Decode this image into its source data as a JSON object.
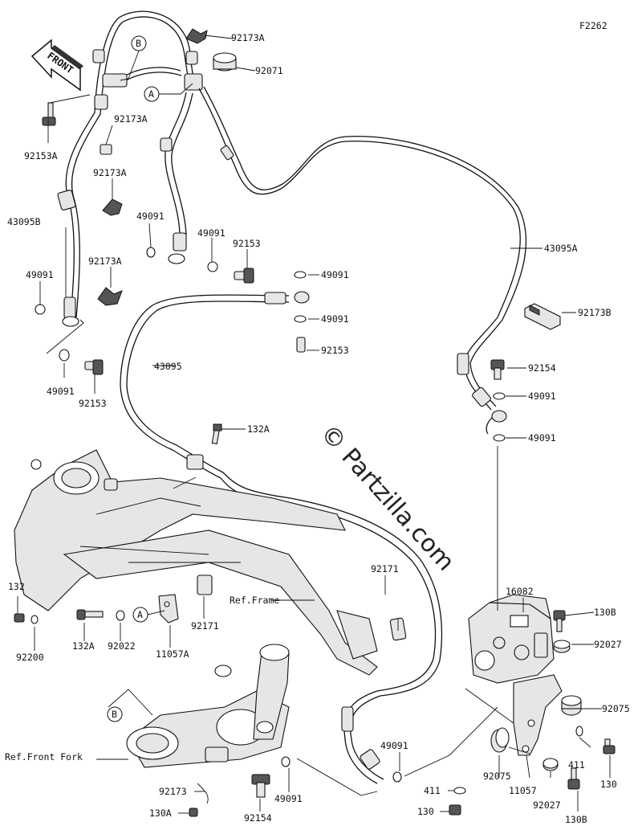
{
  "figure_code": "F2262",
  "front_arrow": "FRONT",
  "watermark": "© Partzilla.com",
  "callouts": {
    "A": "A",
    "B": "B"
  },
  "labels": {
    "p92173A_1": "92173A",
    "p92071": "92071",
    "p92153A": "92153A",
    "p92173A_2": "92173A",
    "p92173A_3": "92173A",
    "p43095B": "43095B",
    "p49091_1": "49091",
    "p92173A_4": "92173A",
    "p49091_2": "49091",
    "p49091_3": "49091",
    "p92153_1": "92153",
    "p49091_4": "49091",
    "p49091_5": "49091",
    "p92153_2": "92153",
    "p43095A": "43095A",
    "p92173B": "92173B",
    "p49091_6": "49091",
    "p92153_3": "92153",
    "p43095": "43095",
    "p92154_1": "92154",
    "p49091_7": "49091",
    "p49091_8": "49091",
    "p132A_1": "132A",
    "p132": "132",
    "p92200": "92200",
    "p132A_2": "132A",
    "p92022": "92022",
    "p11057A": "11057A",
    "p92171_1": "92171",
    "p_ref_frame": "Ref.Frame",
    "p92171_2": "92171",
    "p16082": "16082",
    "p130B_1": "130B",
    "p92027_1": "92027",
    "p92075_1": "92075",
    "p_ref_front_fork": "Ref.Front Fork",
    "p49091_9": "49091",
    "p411_1": "411",
    "p130_1": "130",
    "p92075_2": "92075",
    "p92173": "92173",
    "p130A": "130A",
    "p92154_2": "92154",
    "p49091_10": "49091",
    "p411_2": "411",
    "p130_2": "130",
    "p11057": "11057",
    "p92027_2": "92027",
    "p130B_2": "130B"
  }
}
